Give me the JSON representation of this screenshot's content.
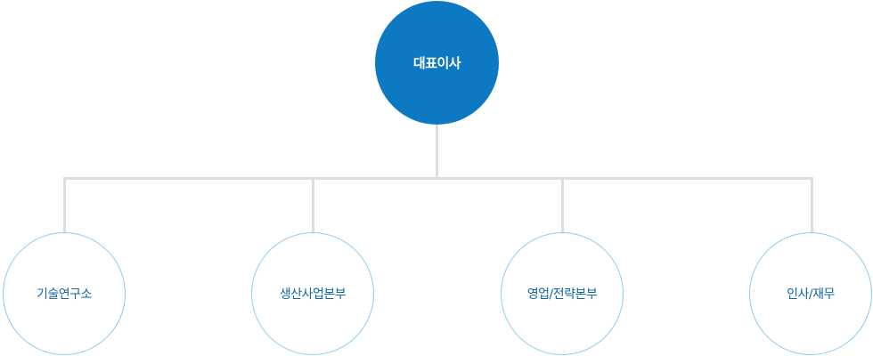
{
  "org_chart": {
    "root": {
      "label": "대표이사"
    },
    "children": [
      {
        "label": "기술연구소"
      },
      {
        "label": "생산사업본부"
      },
      {
        "label": "영업/전략본부"
      },
      {
        "label": "인사/재무"
      }
    ]
  },
  "colors": {
    "root_fill": "#0d79c2",
    "root_text": "#ffffff",
    "child_border": "#8ecbef",
    "child_text": "#1466a6",
    "connector": "#dedede"
  }
}
